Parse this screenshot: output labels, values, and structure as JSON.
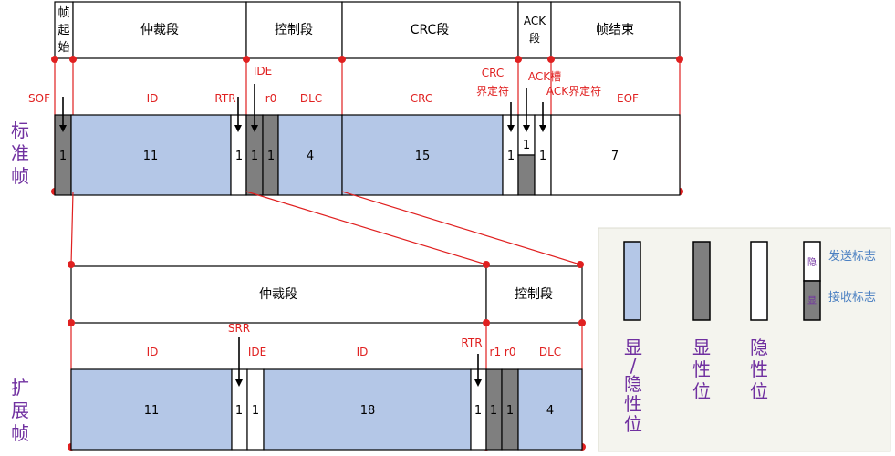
{
  "std": {
    "side_label": [
      "标",
      "准",
      "帧"
    ],
    "fields": [
      "帧起始",
      "仲裁段",
      "控制段",
      "CRC段",
      "ACK段",
      "帧结束"
    ],
    "sof_stack": [
      "帧",
      "起",
      "始"
    ],
    "ack_stack": [
      "ACK",
      "段"
    ],
    "names": {
      "sof": "SOF",
      "id": "ID",
      "rtr": "RTR",
      "ide": "IDE",
      "r0": "r0",
      "dlc": "DLC",
      "crc": "CRC",
      "crc_delim": [
        "CRC",
        "界定符"
      ],
      "ack_slot": "ACK槽",
      "ack_delim": "ACK界定符",
      "eof": "EOF"
    },
    "bits": {
      "sof": "1",
      "id": "11",
      "rtr": "1",
      "ide": "1",
      "r0": "1",
      "dlc": "4",
      "crc": "15",
      "crc_delim": "1",
      "ack_slot": "1",
      "ack_delim": "1",
      "eof": "7"
    }
  },
  "ext": {
    "side_label": [
      "扩",
      "展",
      "帧"
    ],
    "fields": [
      "仲裁段",
      "控制段"
    ],
    "names": {
      "id1": "ID",
      "srr": "SRR",
      "ide": "IDE",
      "id2": "ID",
      "rtr": "RTR",
      "r1r0": "r1 r0",
      "dlc": "DLC"
    },
    "bits": {
      "id1": "11",
      "srr": "1",
      "ide": "1",
      "id2": "18",
      "rtr": "1",
      "r1": "1",
      "r0": "1",
      "dlc": "4"
    }
  },
  "legend": {
    "items": [
      {
        "label": [
          "显",
          "/",
          "隐",
          "性",
          "位"
        ]
      },
      {
        "label": [
          "显",
          "性",
          "位"
        ]
      },
      {
        "label": [
          "隐",
          "性",
          "位"
        ]
      }
    ],
    "sender_mark": "隐",
    "receiver_mark": "显",
    "sender_text": "发送标志",
    "receiver_text": "接收标志"
  },
  "colors": {
    "blue": "#b4c7e7",
    "dark": "#7f7f7f",
    "red": "#e02020",
    "purple": "#7030a0",
    "legend_bg": "#f4f4ee",
    "legend_text": "#4a7fc1"
  }
}
